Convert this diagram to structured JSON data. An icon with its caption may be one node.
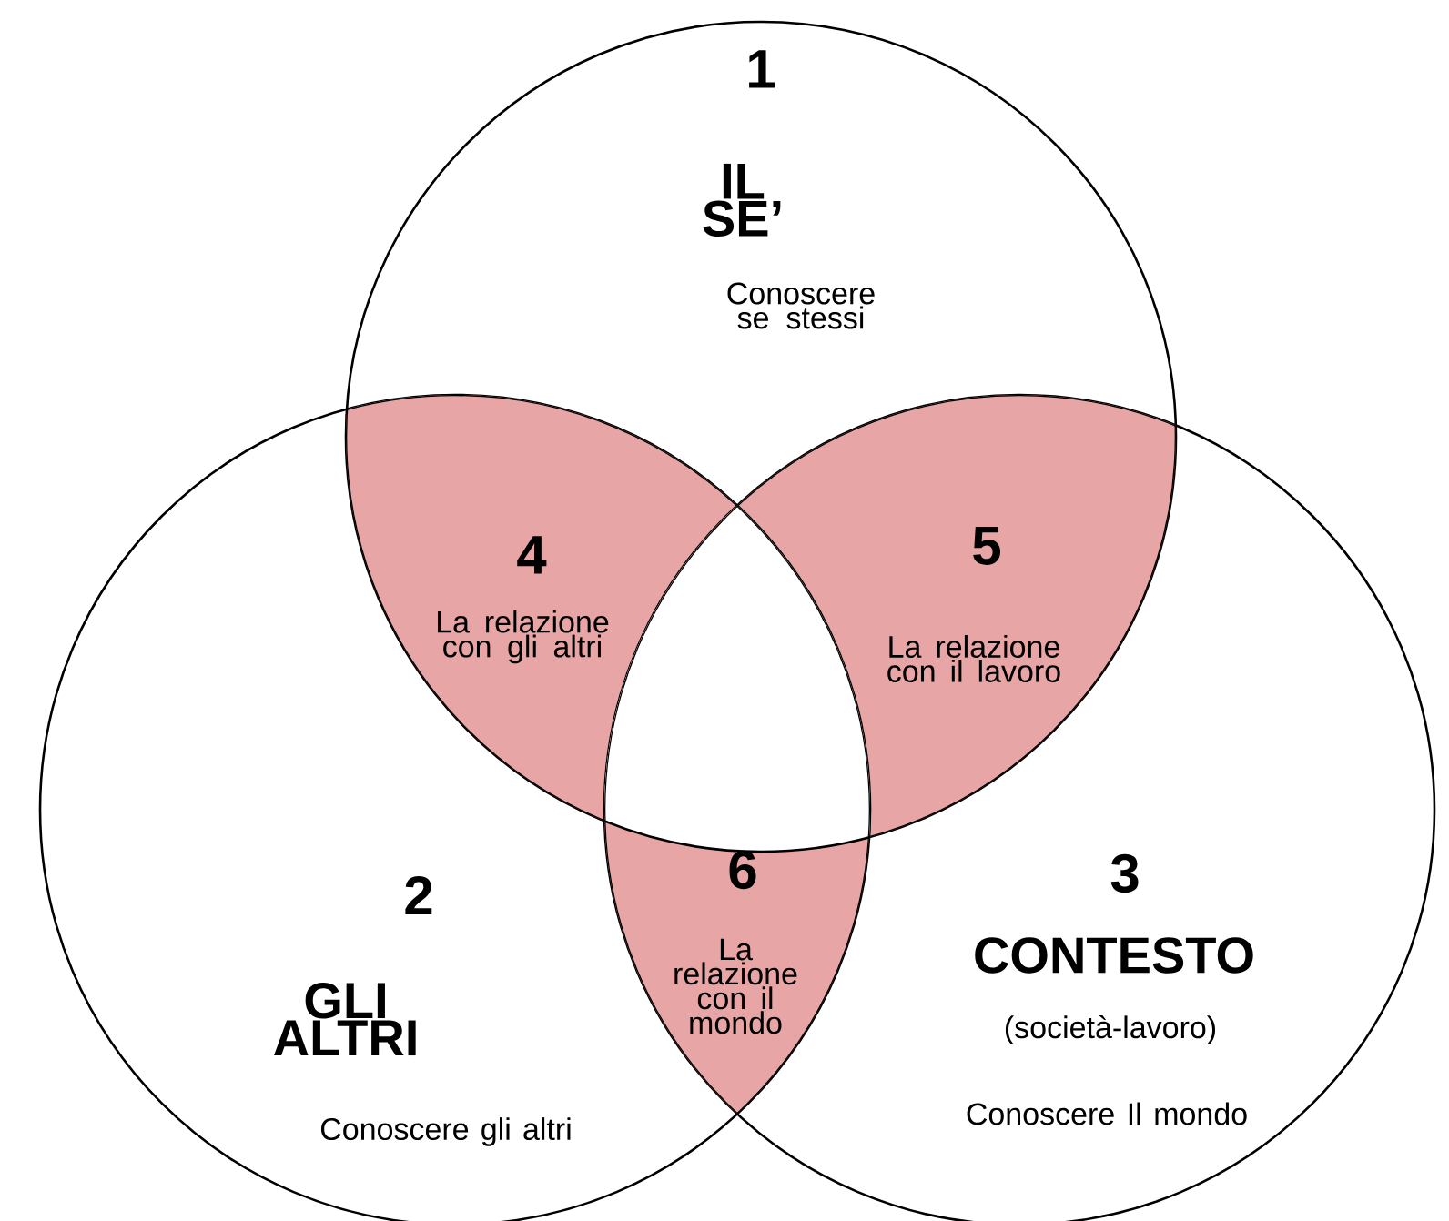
{
  "diagram": {
    "nodes": [
      {
        "text": [
          "1",
          "IL SE’",
          "Conoscere se stessi"
        ]
      },
      {
        "text": [
          "2",
          "GLI ALTRI",
          "Conoscere gli altri"
        ]
      },
      {
        "text": [
          "3",
          "CONTESTO",
          "(società-lavoro)",
          "Conoscere Il mondo"
        ]
      },
      {
        "text": [
          "4",
          "La relazione con gli altri"
        ]
      },
      {
        "text": [
          "5",
          "La relazione con il lavoro"
        ]
      },
      {
        "text": [
          "6",
          "La relazione con il mondo"
        ]
      }
    ]
  }
}
